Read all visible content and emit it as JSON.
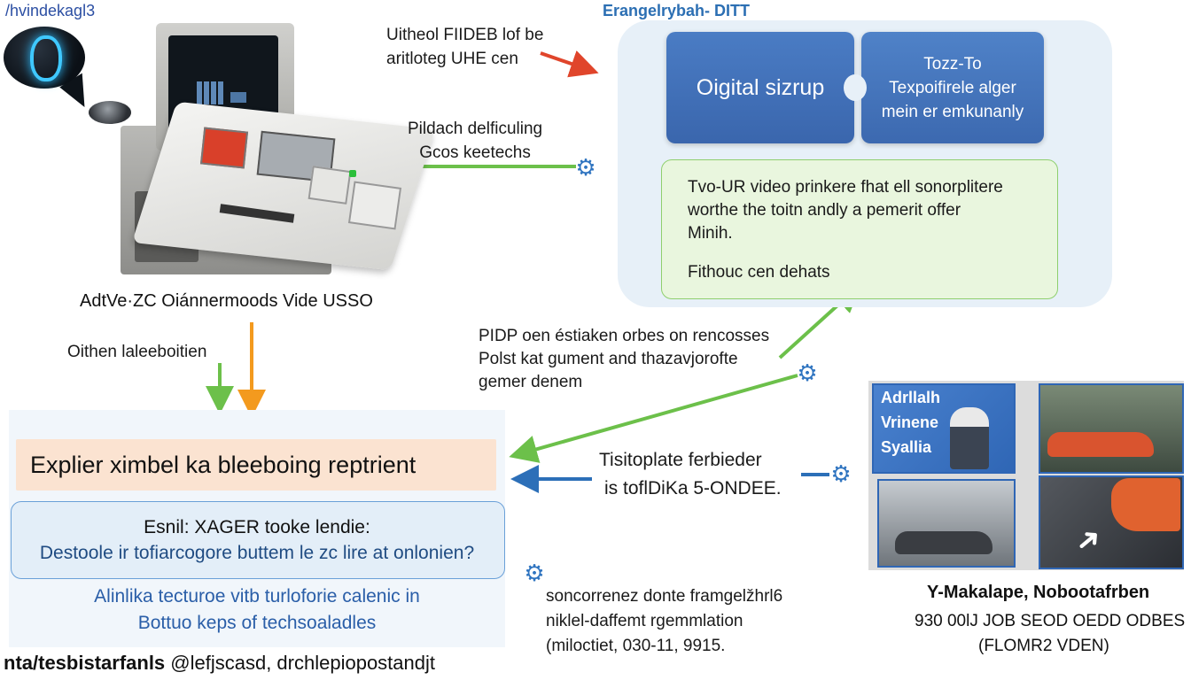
{
  "header": {
    "corner_label": "/hvindekagl3",
    "bubble_glyph": "0"
  },
  "computer": {
    "caption": "AdtVe·ZC Oiánnermoods Vide USSO"
  },
  "annotations": {
    "red_arrow_text": [
      "Uitheol FIIDEB lof be",
      "aritloteg UHE cen"
    ],
    "green_arrow_text": [
      "Pildach delficuling",
      "Gcos keetechs"
    ],
    "side_note": "Oithen laleeboitien",
    "middle_text": [
      "PIDP oen éstiaken orbes on rencosses",
      "Polst kat gument and thazavjorofte",
      "gemer denem"
    ]
  },
  "panel": {
    "title": "Erangelrybah- DITT",
    "box1_label": "Oigital sizrup",
    "box2_lines": [
      "Tozz-To",
      "Texpoifirele alger",
      "mein er emkunanly"
    ],
    "green_box_lines": [
      "Tvo-UR video prinkere fhat ell sonorplitere",
      "worthe the toitn andly a pemerit offer",
      "Minih.",
      "Fithouc cen dehats"
    ]
  },
  "left_block": {
    "headline": "Explier ximbel ka bleeboing reptrient",
    "query_line1": "Esnil: XAGER tooke lendie:",
    "query_line2": "Destoole ir tofiarcogore buttem le zc lire at onlonien?",
    "foot_line1": "Alinlika tecturoe vitb turloforie calenic in",
    "foot_line2": "Bottuo keps of techsoaladles",
    "credit_bold": "nta/tesbistarfanls",
    "credit_rest": " @lefjscasd, drchlepiopostandjt"
  },
  "middle_lower": {
    "line1": "Tisitoplate ferbieder",
    "line2": "is toflDiKa 5-ONDEE.",
    "low_text": [
      "soncorrenez donte framgelžhrl6",
      "niklel-daffemt rgemmlation",
      "(miloctiet, 030-11, 9915."
    ]
  },
  "photos": {
    "tile_a_lines": [
      "Adrllalh",
      "Vrinene",
      "Syallia"
    ],
    "caption1": "Y-Makalape, Nobootafrben",
    "caption2": "930 00lJ JOB SEOD OEDD ODBES",
    "caption3": "(FLOMR2 VDEN)"
  },
  "colors": {
    "red_arrow": "#e0452b",
    "green_arrow": "#6cc04a",
    "orange_arrow": "#f39a1e",
    "blue_arrow": "#2c6fb8",
    "panel_bg": "#e7f0f8",
    "accent_blue": "#3a66ad"
  },
  "icons": [
    "gear-icon",
    "speech-bubble-icon"
  ]
}
